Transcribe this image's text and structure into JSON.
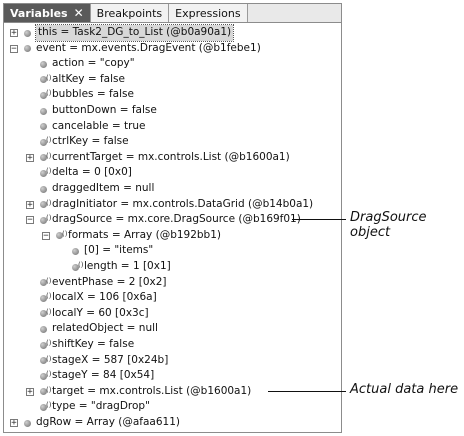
{
  "tabs": [
    {
      "label": "Variables",
      "active": true
    },
    {
      "label": "Breakpoints",
      "active": false
    },
    {
      "label": "Expressions",
      "active": false
    }
  ],
  "tree": [
    {
      "depth": 0,
      "expander": "+",
      "icon": "dot",
      "sup": false,
      "text": "this = Task2_DG_to_List (@b0a90a1)",
      "selected": true
    },
    {
      "depth": 0,
      "expander": "-",
      "icon": "dot",
      "sup": false,
      "text": "event = mx.events.DragEvent (@b1febe1)"
    },
    {
      "depth": 1,
      "expander": null,
      "icon": "dot",
      "sup": false,
      "text": "action = \"copy\""
    },
    {
      "depth": 1,
      "expander": null,
      "icon": "dot",
      "sup": true,
      "text": "altKey = false"
    },
    {
      "depth": 1,
      "expander": null,
      "icon": "dot",
      "sup": true,
      "text": "bubbles = false"
    },
    {
      "depth": 1,
      "expander": null,
      "icon": "dot",
      "sup": false,
      "text": "buttonDown = false"
    },
    {
      "depth": 1,
      "expander": null,
      "icon": "dot",
      "sup": false,
      "text": "cancelable = true"
    },
    {
      "depth": 1,
      "expander": null,
      "icon": "dot",
      "sup": true,
      "text": "ctrlKey = false"
    },
    {
      "depth": 1,
      "expander": "+",
      "icon": "dot",
      "sup": true,
      "text": "currentTarget = mx.controls.List (@b1600a1)"
    },
    {
      "depth": 1,
      "expander": null,
      "icon": "dot",
      "sup": true,
      "text": "delta = 0 [0x0]"
    },
    {
      "depth": 1,
      "expander": null,
      "icon": "dot",
      "sup": false,
      "text": "draggedItem = null"
    },
    {
      "depth": 1,
      "expander": "+",
      "icon": "dot",
      "sup": true,
      "text": "dragInitiator = mx.controls.DataGrid (@b14b0a1)"
    },
    {
      "depth": 1,
      "expander": "-",
      "icon": "dot",
      "sup": true,
      "text": "dragSource = mx.core.DragSource (@b169f01)"
    },
    {
      "depth": 2,
      "expander": "-",
      "icon": "dot",
      "sup": true,
      "text": "formats = Array (@b192bb1)"
    },
    {
      "depth": 3,
      "expander": null,
      "icon": "dot",
      "sup": false,
      "text": "[0] = \"items\""
    },
    {
      "depth": 3,
      "expander": null,
      "icon": "dot",
      "sup": true,
      "text": "length = 1 [0x1]"
    },
    {
      "depth": 1,
      "expander": null,
      "icon": "dot",
      "sup": true,
      "text": "eventPhase = 2 [0x2]"
    },
    {
      "depth": 1,
      "expander": null,
      "icon": "dot",
      "sup": true,
      "text": "localX = 106 [0x6a]"
    },
    {
      "depth": 1,
      "expander": null,
      "icon": "dot",
      "sup": true,
      "text": "localY = 60 [0x3c]"
    },
    {
      "depth": 1,
      "expander": null,
      "icon": "dot",
      "sup": false,
      "text": "relatedObject = null"
    },
    {
      "depth": 1,
      "expander": null,
      "icon": "dot",
      "sup": true,
      "text": "shiftKey = false"
    },
    {
      "depth": 1,
      "expander": null,
      "icon": "dot",
      "sup": true,
      "text": "stageX = 587 [0x24b]"
    },
    {
      "depth": 1,
      "expander": null,
      "icon": "dot",
      "sup": true,
      "text": "stageY = 84 [0x54]"
    },
    {
      "depth": 1,
      "expander": "+",
      "icon": "dot",
      "sup": true,
      "text": "target = mx.controls.List (@b1600a1)"
    },
    {
      "depth": 1,
      "expander": null,
      "icon": "dot",
      "sup": true,
      "text": "type = \"dragDrop\""
    },
    {
      "depth": 0,
      "expander": "+",
      "icon": "dot",
      "sup": false,
      "text": "dgRow = Array (@afaa611)"
    }
  ],
  "callouts": [
    {
      "text": "DragSource object",
      "row": 12
    },
    {
      "text": "Actual data here",
      "row": 23
    }
  ]
}
